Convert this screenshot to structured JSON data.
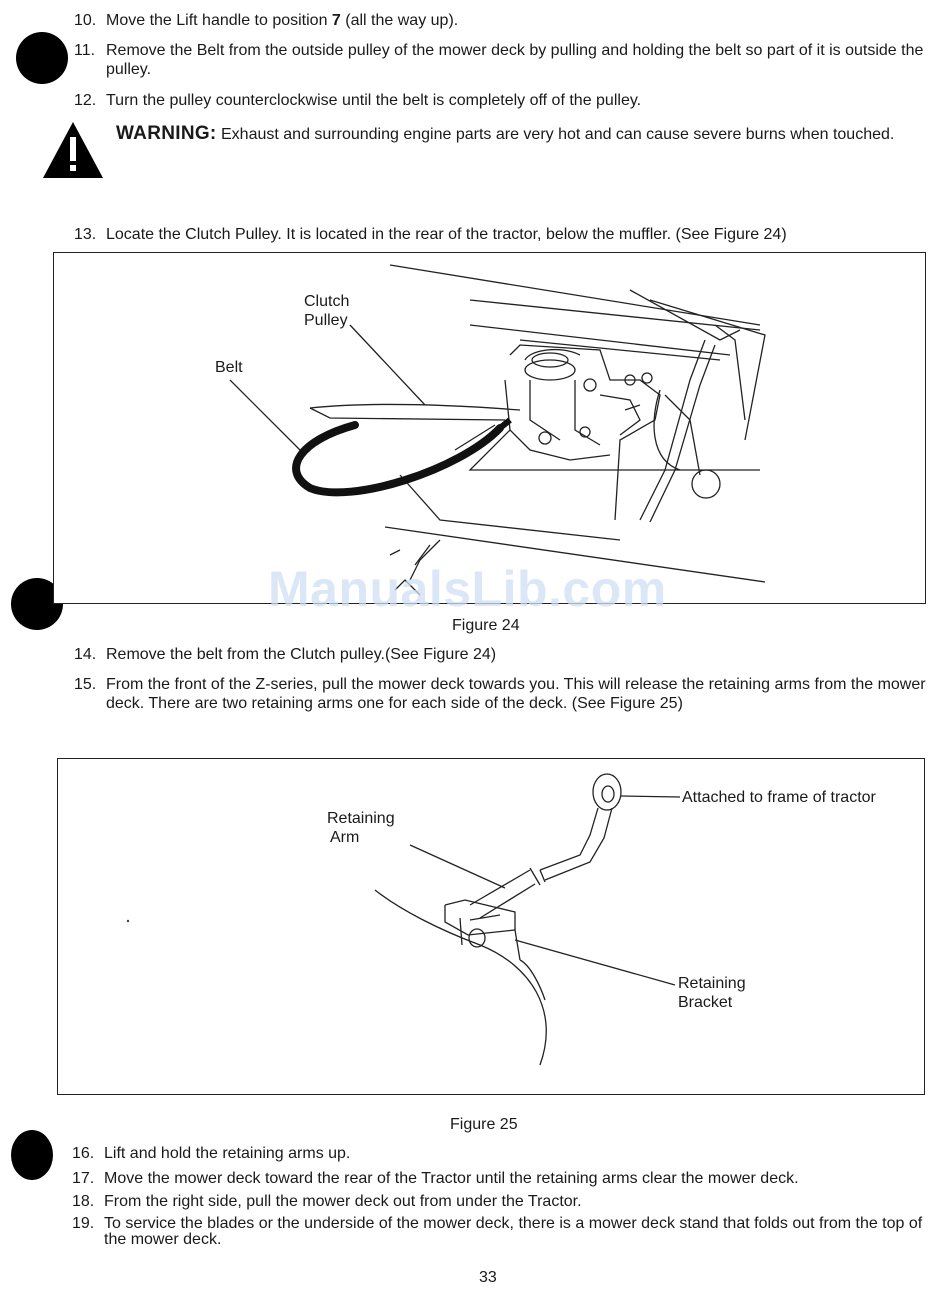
{
  "steps_top": [
    {
      "num": "10.",
      "text_before": "Move the Lift handle to position ",
      "bold": "7",
      "text_after": " (all the way up)."
    },
    {
      "num": "11.",
      "text": "Remove the Belt from the outside pulley of the mower deck by pulling and holding the belt so part of it is outside the pulley."
    },
    {
      "num": "12.",
      "text": "Turn the pulley counterclockwise until the belt is completely off of the pulley."
    }
  ],
  "warning": {
    "title": "WARNING:",
    "text": " Exhaust and surrounding engine parts are very hot and can cause severe burns when touched."
  },
  "step13": {
    "num": "13.",
    "text": "Locate the Clutch Pulley. It is located in the rear of the tractor, below the muffler. (See Figure 24)"
  },
  "figure24": {
    "caption": "Figure 24",
    "labels": {
      "clutch_pulley_1": "Clutch",
      "clutch_pulley_2": "Pulley",
      "belt": "Belt"
    }
  },
  "steps_mid": [
    {
      "num": "14.",
      "text": "Remove the belt from the Clutch pulley.(See Figure 24)"
    },
    {
      "num": "15.",
      "text": "From the front of the Z-series, pull the mower deck towards you. This will release the retaining arms from the mower deck.  There are two retaining arms one for each side of the deck.  (See Figure 25)"
    }
  ],
  "figure25": {
    "caption": "Figure 25",
    "labels": {
      "attached": "Attached to frame of tractor",
      "retaining_arm_1": "Retaining",
      "retaining_arm_2": "Arm",
      "retaining_bracket_1": "Retaining",
      "retaining_bracket_2": "Bracket"
    }
  },
  "steps_bottom": [
    {
      "num": "16.",
      "text": "Lift and hold the retaining arms up."
    },
    {
      "num": "17.",
      "text": "Move the mower deck toward the rear of the Tractor until the retaining arms clear the mower deck."
    },
    {
      "num": "18.",
      "text": "From the right side, pull the mower deck out from under the Tractor."
    },
    {
      "num": "19.",
      "text": "To service the blades or the underside of the mower deck, there is a mower deck stand that folds out from the top of the mower deck."
    }
  ],
  "page_number": "33",
  "watermark": "ManualsLib.com",
  "icons": {
    "warning": "warning-triangle-icon",
    "bullet": "bullet-dot-icon"
  }
}
